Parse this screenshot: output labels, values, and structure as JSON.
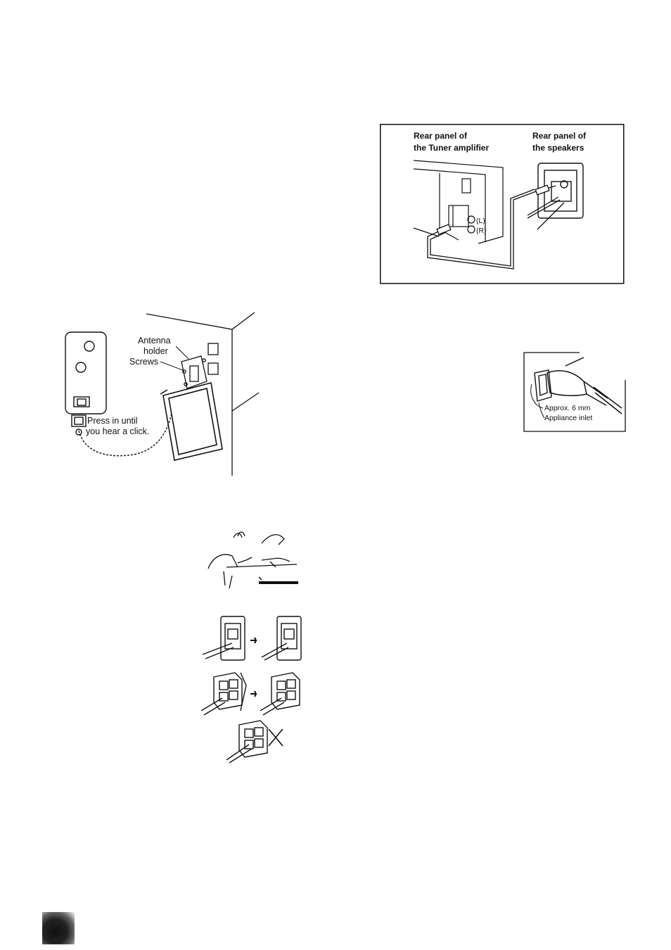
{
  "speaker_figure": {
    "label_tuner_line1": "Rear panel of",
    "label_tuner_line2": "the Tuner amplifier",
    "label_speakers_line1": "Rear panel of",
    "label_speakers_line2": "the speakers",
    "jack_L": "(L)",
    "jack_R": "(R)"
  },
  "antenna_figure": {
    "label_antenna_line1": "Antenna",
    "label_antenna_line2": "holder",
    "label_screws": "Screws",
    "label_press_line1": "Press in until",
    "label_press_line2": "you hear a click."
  },
  "power_figure": {
    "label_approx": "Approx. 6 mm",
    "label_inlet": "Appliance inlet"
  }
}
